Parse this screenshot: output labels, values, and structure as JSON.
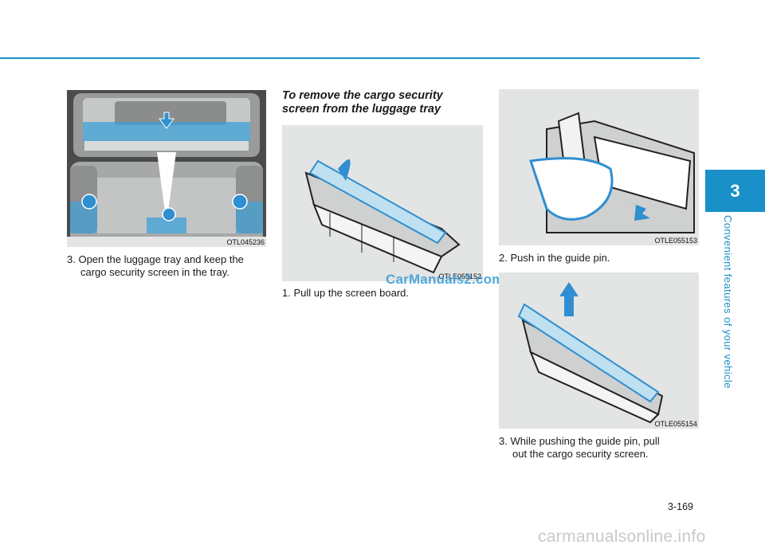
{
  "header": {
    "rule_color": "#1a90c8"
  },
  "figures": {
    "fig1": {
      "code": "OTL045236"
    },
    "fig2": {
      "code": "OTLE055152"
    },
    "fig3": {
      "code": "OTLE055153"
    },
    "fig4": {
      "code": "OTLE055154"
    }
  },
  "steps": {
    "step3a": {
      "num": "3.",
      "line1": "Open the luggage tray and keep the",
      "line2": "cargo security screen in the tray."
    },
    "heading": {
      "line1": "To remove the cargo security",
      "line2": "screen from the luggage tray"
    },
    "step1": {
      "num": "1.",
      "text": "Pull up the screen board."
    },
    "step2": {
      "num": "2.",
      "text": "Push in the guide pin."
    },
    "step3b": {
      "num": "3.",
      "line1": "While pushing the guide pin, pull",
      "line2": "out the cargo security screen."
    }
  },
  "watermark": "CarManuals2.com",
  "sidebar": {
    "chapter": "3",
    "label": "Convenient features of your vehicle"
  },
  "footer": {
    "page_number": "3-169",
    "site": "carmanualsonline.info"
  },
  "colors": {
    "accent": "#1a90c8",
    "highlight": "#3ea1d8"
  }
}
